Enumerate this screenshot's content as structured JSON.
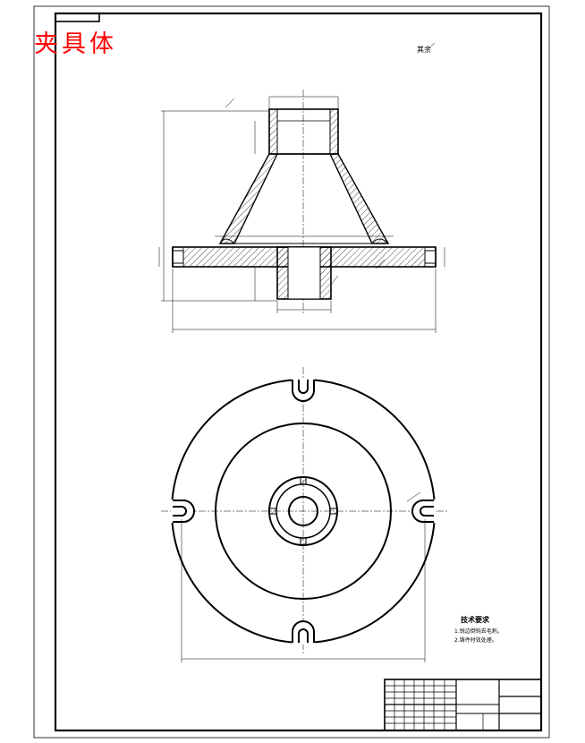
{
  "drawing": {
    "title": "夹具体",
    "roughness_note": "其余",
    "tech_requirements": {
      "heading": "技术要求",
      "lines": [
        "1.锐边倒钝去毛刺。",
        "2.铸件时效处理。"
      ]
    }
  },
  "colors": {
    "line": "#000000",
    "title_red": "#ff0000",
    "background": "#ffffff"
  }
}
